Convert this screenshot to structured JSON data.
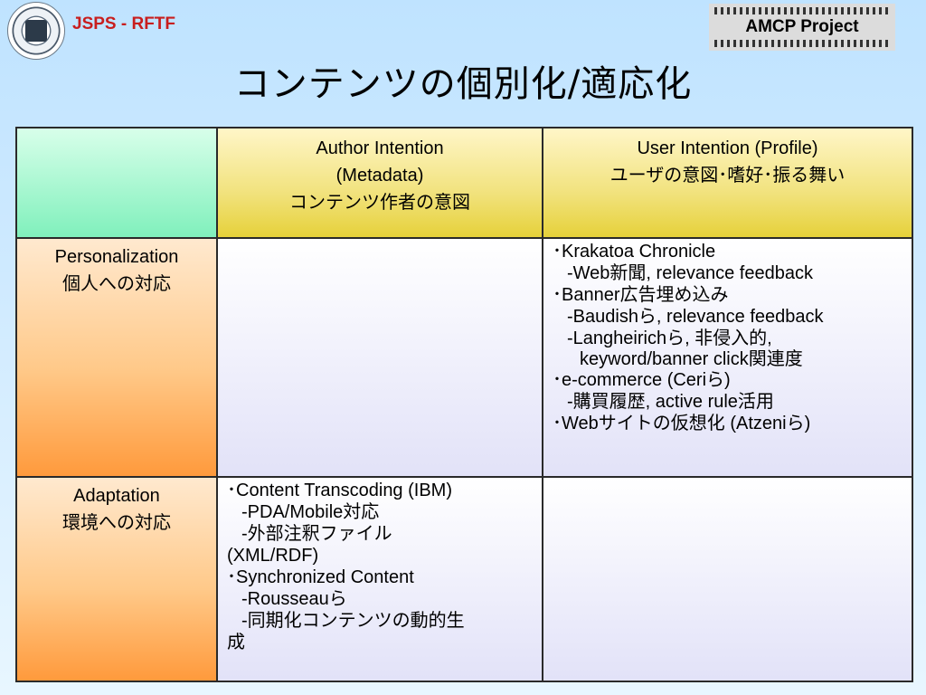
{
  "header": {
    "org": "JSPS - RFTF",
    "project": "AMCP Project"
  },
  "title": "コンテンツの個別化/適応化",
  "table": {
    "columns": [
      {
        "lines": [
          "Author Intention",
          "(Metadata)",
          "コンテンツ作者の意図"
        ]
      },
      {
        "lines": [
          "User Intention (Profile)",
          "ユーザの意図･嗜好･振る舞い"
        ]
      }
    ],
    "rows": [
      {
        "head": [
          "Personalization",
          "個人への対応"
        ],
        "author": [],
        "user": [
          "･Krakatoa Chronicle",
          "-Web新聞, relevance feedback",
          "･Banner広告埋め込み",
          "-Baudishら, relevance feedback",
          "-Langheirichら, 非侵入的,",
          "keyword/banner click関連度",
          "･e-commerce (Ceriら)",
          "-購買履歴, active rule活用",
          "･Webサイトの仮想化 (Atzeniら)"
        ]
      },
      {
        "head": [
          "Adaptation",
          "環境への対応"
        ],
        "author": [
          "･Content Transcoding (IBM)",
          "-PDA/Mobile対応",
          "-外部注釈ファイル",
          "(XML/RDF)",
          "･Synchronized Content",
          "-Rousseauら",
          "-同期化コンテンツの動的生",
          "成"
        ],
        "user": []
      }
    ]
  }
}
